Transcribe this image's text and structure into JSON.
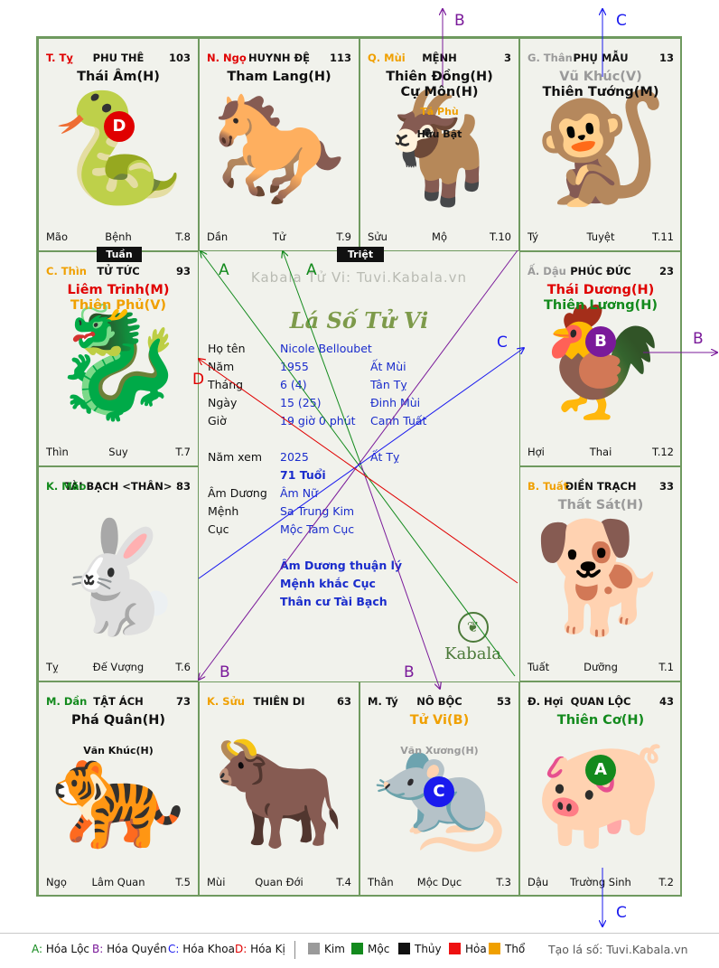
{
  "palaces": [
    {
      "id": "ty",
      "can_chi": "T. Tỵ",
      "can_color": "#e00000",
      "name": "PHU THÊ",
      "number": "103",
      "stars": [
        {
          "text": "Thái Âm(H)",
          "color": "#111111",
          "cls": "main"
        }
      ],
      "footer_left": "Mão",
      "footer_mid": "Bệnh",
      "footer_right": "T.8",
      "animal": "🐍"
    },
    {
      "id": "ngo",
      "can_chi": "N. Ngọ",
      "can_color": "#e00000",
      "name": "HUYNH ĐỆ",
      "number": "113",
      "stars": [
        {
          "text": "Tham Lang(H)",
          "color": "#111111",
          "cls": "main"
        }
      ],
      "footer_left": "Dần",
      "footer_mid": "Tử",
      "footer_right": "T.9",
      "animal": "🐎"
    },
    {
      "id": "mui",
      "can_chi": "Q. Mùi",
      "can_color": "#f0a000",
      "name": "MỆNH",
      "number": "3",
      "stars": [
        {
          "text": "Thiên Đồng(H)",
          "color": "#111111",
          "cls": "main"
        },
        {
          "text": "Cự Môn(H)",
          "color": "#111111",
          "cls": "main"
        },
        {
          "text": "Tả Phù",
          "color": "#f0a000",
          "cls": "minor"
        },
        {
          "text": "Hữu Bật",
          "color": "#111111",
          "cls": "minor"
        }
      ],
      "footer_left": "Sửu",
      "footer_mid": "Mộ",
      "footer_right": "T.10",
      "animal": "🐐"
    },
    {
      "id": "than",
      "can_chi": "G. Thân",
      "can_color": "#9a9a9a",
      "name": "PHỤ MẪU",
      "number": "13",
      "stars": [
        {
          "text": "Vũ Khúc(V)",
          "color": "#9a9a9a",
          "cls": "main"
        },
        {
          "text": "Thiên Tướng(M)",
          "color": "#111111",
          "cls": "main"
        }
      ],
      "footer_left": "Tý",
      "footer_mid": "Tuyệt",
      "footer_right": "T.11",
      "animal": "🐒"
    },
    {
      "id": "thin",
      "can_chi": "C. Thìn",
      "can_color": "#f0a000",
      "name": "TỬ TỨC",
      "number": "93",
      "stars": [
        {
          "text": "Liêm Trinh(M)",
          "color": "#e00000",
          "cls": "main"
        },
        {
          "text": "Thiên Phủ(V)",
          "color": "#f0a000",
          "cls": "main"
        }
      ],
      "footer_left": "Thìn",
      "footer_mid": "Suy",
      "footer_right": "T.7",
      "animal": "🐉"
    },
    {
      "id": "dau",
      "can_chi": "Ấ. Dậu",
      "can_color": "#9a9a9a",
      "name": "PHÚC ĐỨC",
      "number": "23",
      "stars": [
        {
          "text": "Thái Dương(H)",
          "color": "#e00000",
          "cls": "main"
        },
        {
          "text": "Thiên Lương(H)",
          "color": "#138a1d",
          "cls": "main"
        }
      ],
      "footer_left": "Hợi",
      "footer_mid": "Thai",
      "footer_right": "T.12",
      "animal": "🐓"
    },
    {
      "id": "mao",
      "can_chi": "K. Mão",
      "can_color": "#138a1d",
      "name": "TÀI BẠCH <THÂN>",
      "number": "83",
      "stars": [],
      "footer_left": "Tỵ",
      "footer_mid": "Đế Vượng",
      "footer_right": "T.6",
      "animal": "🐇"
    },
    {
      "id": "tuat",
      "can_chi": "B. Tuất",
      "can_color": "#f0a000",
      "name": "ĐIỀN TRẠCH",
      "number": "33",
      "stars": [
        {
          "text": "Thất Sát(H)",
          "color": "#9a9a9a",
          "cls": "main"
        }
      ],
      "footer_left": "Tuất",
      "footer_mid": "Dưỡng",
      "footer_right": "T.1",
      "animal": "🐕"
    },
    {
      "id": "dan",
      "can_chi": "M. Dần",
      "can_color": "#138a1d",
      "name": "TẬT ÁCH",
      "number": "73",
      "stars": [
        {
          "text": "Phá Quân(H)",
          "color": "#111111",
          "cls": "main"
        },
        {
          "text": "Văn Khúc(H)",
          "color": "#111111",
          "cls": "minor"
        }
      ],
      "footer_left": "Ngọ",
      "footer_mid": "Lâm Quan",
      "footer_right": "T.5",
      "animal": "🐅"
    },
    {
      "id": "suu",
      "can_chi": "K. Sửu",
      "can_color": "#f0a000",
      "name": "THIÊN DI",
      "number": "63",
      "stars": [],
      "footer_left": "Mùi",
      "footer_mid": "Quan Đới",
      "footer_right": "T.4",
      "animal": "🐂"
    },
    {
      "id": "tyrat",
      "can_chi": "M. Tý",
      "can_color": "#111111",
      "name": "NÔ BỘC",
      "number": "53",
      "stars": [
        {
          "text": "Tử Vi(B)",
          "color": "#f0a000",
          "cls": "main"
        },
        {
          "text": "Văn Xương(H)",
          "color": "#9a9a9a",
          "cls": "minor"
        }
      ],
      "footer_left": "Thân",
      "footer_mid": "Mộc Dục",
      "footer_right": "T.3",
      "animal": "🐀"
    },
    {
      "id": "hoi",
      "can_chi": "Đ. Hợi",
      "can_color": "#111111",
      "name": "QUAN LỘC",
      "number": "43",
      "stars": [
        {
          "text": "Thiên Cơ(H)",
          "color": "#138a1d",
          "cls": "main"
        }
      ],
      "footer_left": "Dậu",
      "footer_mid": "Trường Sinh",
      "footer_right": "T.2",
      "animal": "🐖"
    }
  ],
  "badges": [
    {
      "palace": "ty",
      "letter": "D",
      "color": "#e00000"
    },
    {
      "palace": "dau",
      "letter": "B",
      "color": "#7a1a9a"
    },
    {
      "palace": "tyrat",
      "letter": "C",
      "color": "#1a1aee"
    },
    {
      "palace": "hoi",
      "letter": "A",
      "color": "#138a1d"
    }
  ],
  "tags": {
    "tuan": "Tuần",
    "triet": "Triệt"
  },
  "center": {
    "watermark": "Kabala Tử Vi: Tuvi.Kabala.vn",
    "title": "Lá Số Tử Vi",
    "brand": "Kabala",
    "rows": [
      {
        "k": "Họ tên",
        "v": "Nicole Belloubet",
        "v2": ""
      },
      {
        "k": "Năm",
        "v": "1955",
        "v2": "Ất Mùi"
      },
      {
        "k": "Tháng",
        "v": "6  (4)",
        "v2": "Tân Tỵ"
      },
      {
        "k": "Ngày",
        "v": "15  (25)",
        "v2": "Đinh Mùi"
      },
      {
        "k": "Giờ",
        "v": "19 giờ 0 phút",
        "v2": "Canh Tuất"
      },
      {
        "k": "Năm xem",
        "v": "2025",
        "v2": "Ất Tỵ"
      },
      {
        "k": "",
        "v": "71 Tuổi",
        "v2": "",
        "bold": true
      },
      {
        "k": "Âm Dương",
        "v": "Âm Nữ",
        "v2": ""
      },
      {
        "k": "Mệnh",
        "v": "Sa Trung Kim",
        "v2": ""
      },
      {
        "k": "Cục",
        "v": "Mộc Tam Cục",
        "v2": ""
      },
      {
        "k": "",
        "v": "Âm Dương thuận lý",
        "v2": "",
        "bold": true
      },
      {
        "k": "",
        "v": "Mệnh khắc Cục",
        "v2": "",
        "bold": true
      },
      {
        "k": "",
        "v": "Thân cư Tài Bạch",
        "v2": "",
        "bold": true
      }
    ]
  },
  "arrow_labels": {
    "a": "A",
    "b": "B",
    "c": "C",
    "d": "D"
  },
  "arrow_colors": {
    "a": "#138a1d",
    "b": "#7a1a9a",
    "c": "#1a1aee",
    "d": "#e00000"
  },
  "legend": {
    "transforms": [
      {
        "key": "A:",
        "label": "Hóa Lộc",
        "color": "#138a1d"
      },
      {
        "key": "B:",
        "label": "Hóa Quyền",
        "color": "#7a1a9a"
      },
      {
        "key": "C:",
        "label": "Hóa Khoa",
        "color": "#1a1aee"
      },
      {
        "key": "D:",
        "label": "Hóa Kị",
        "color": "#e00000"
      }
    ],
    "elements": [
      {
        "label": "Kim",
        "color": "#9a9a9a"
      },
      {
        "label": "Mộc",
        "color": "#138a1d"
      },
      {
        "label": "Thủy",
        "color": "#111111"
      },
      {
        "label": "Hỏa",
        "color": "#ee1111"
      },
      {
        "label": "Thổ",
        "color": "#f0a000"
      }
    ],
    "credit": "Tạo lá số: Tuvi.Kabala.vn"
  }
}
